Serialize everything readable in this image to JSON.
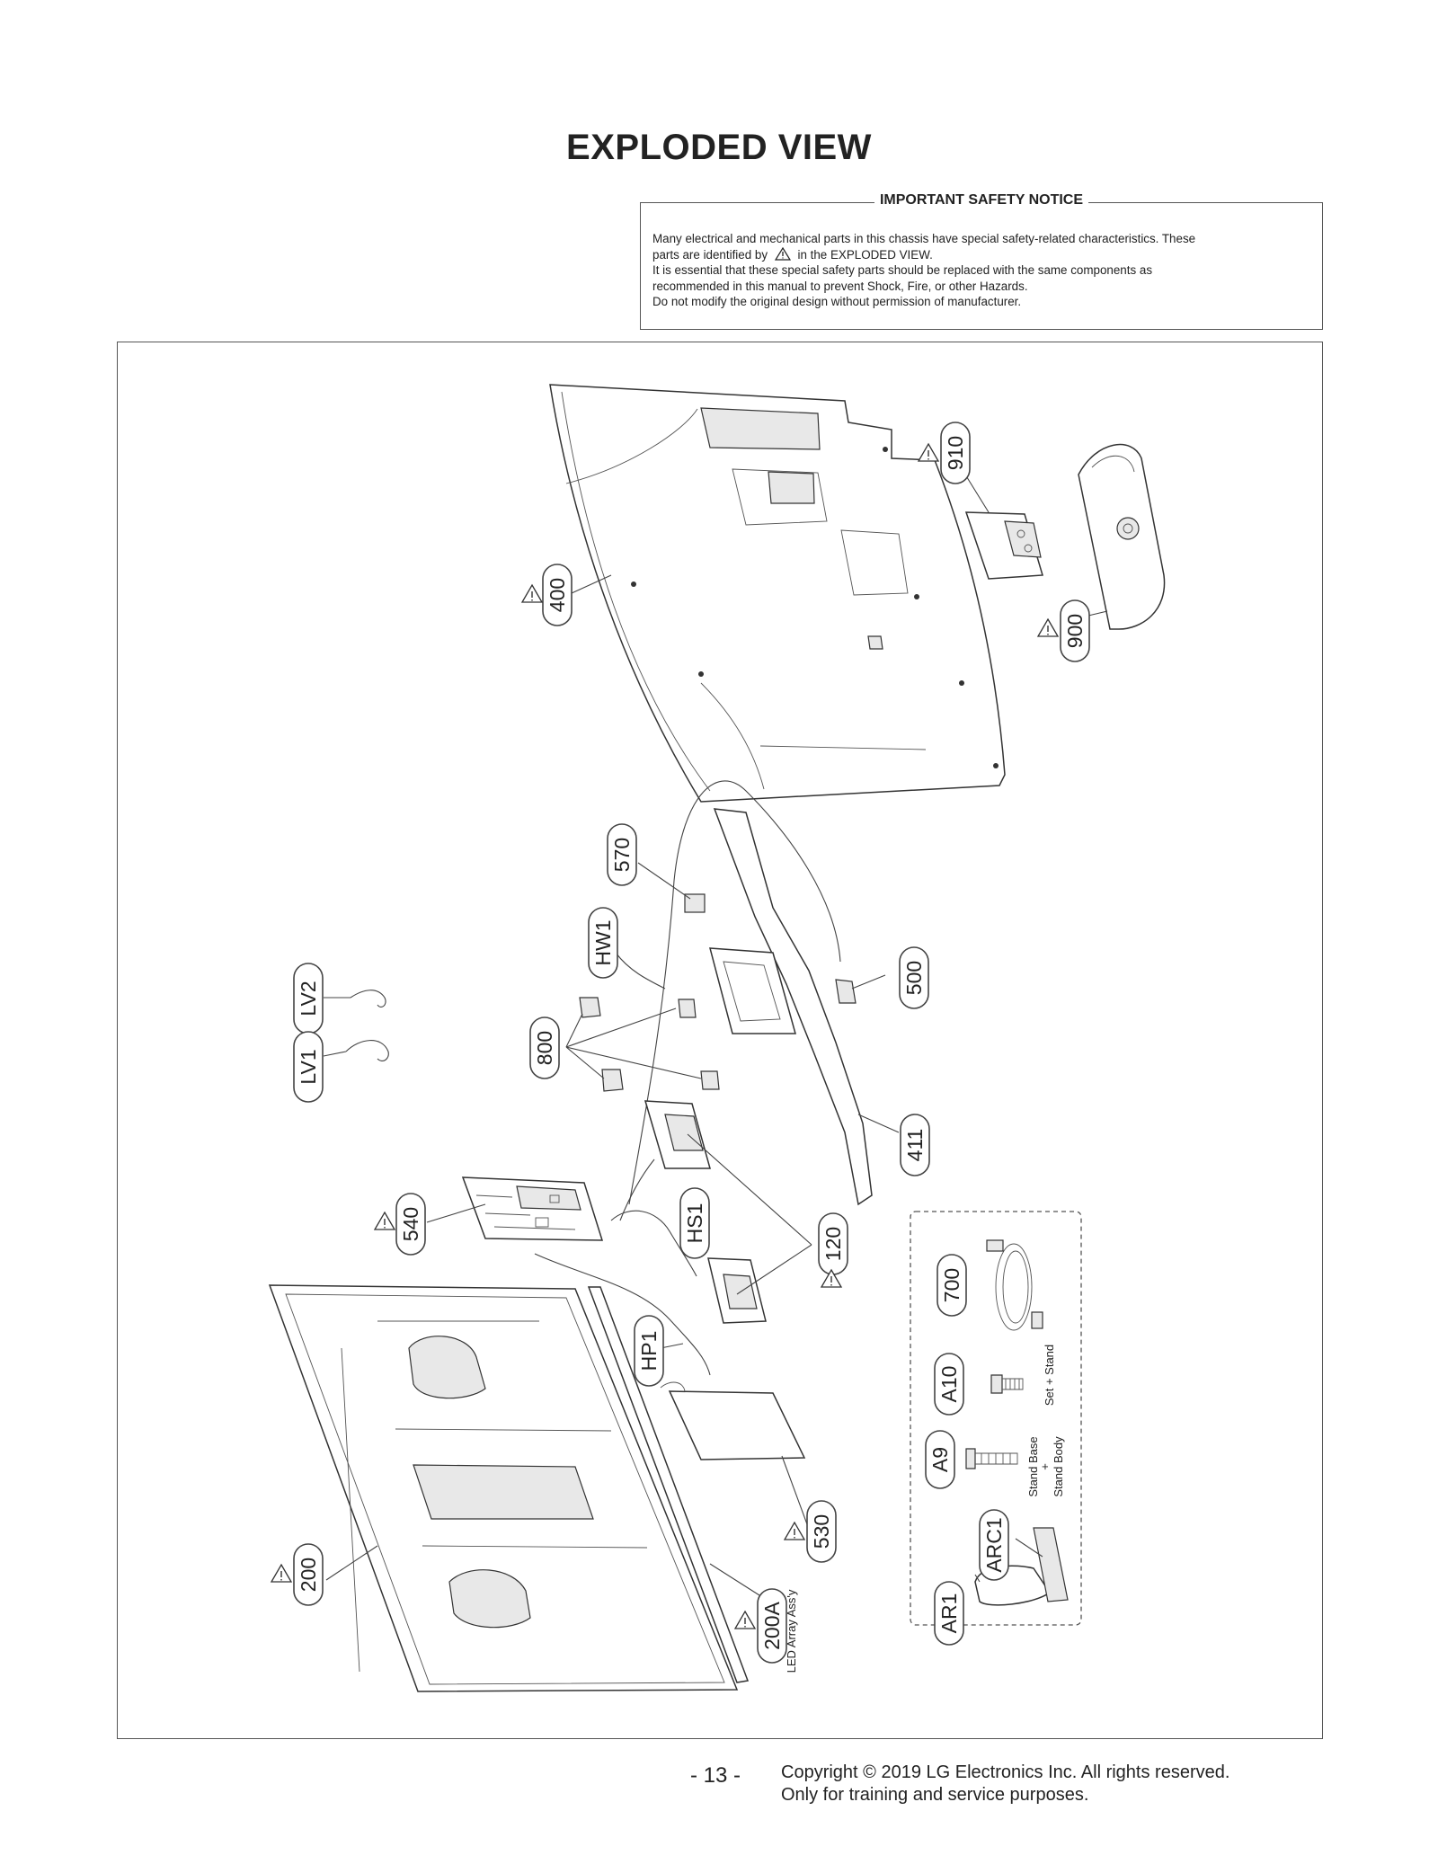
{
  "page": {
    "title": "EXPLODED VIEW",
    "page_number": "- 13 -",
    "copyright_line1": "Copyright © 2019 LG Electronics Inc. All rights reserved.",
    "copyright_line2": "Only for training and service purposes."
  },
  "notice": {
    "heading": "IMPORTANT SAFETY NOTICE",
    "line1": "Many electrical and mechanical parts in this chassis have special safety-related characteristics. These",
    "line2_pre": "parts are identified by",
    "line2_post": "in the EXPLODED VIEW.",
    "line3": "It is essential that these special safety parts should be replaced with the same components as",
    "line4": "recommended in this manual to prevent Shock, Fire, or other Hazards.",
    "line5": "Do not modify the original design without permission of manufacturer."
  },
  "callouts": {
    "c400": "400",
    "c910": "910",
    "c900": "900",
    "c570": "570",
    "cHW1": "HW1",
    "c500": "500",
    "cLV2": "LV2",
    "cLV1": "LV1",
    "c800": "800",
    "c411": "411",
    "c540": "540",
    "cHS1": "HS1",
    "c120": "120",
    "c700": "700",
    "cHP1": "HP1",
    "cA10": "A10",
    "cA9": "A9",
    "c200": "200",
    "cARC1": "ARC1",
    "c530": "530",
    "c200A": "200A",
    "cAR1": "AR1"
  },
  "notes": {
    "led_array": "LED Array Ass'y",
    "set_stand": "Set + Stand",
    "stand_base": "Stand Base",
    "plus": "+",
    "stand_body": "Stand Body"
  },
  "icons": {
    "safety": "warning-triangle-icon"
  }
}
